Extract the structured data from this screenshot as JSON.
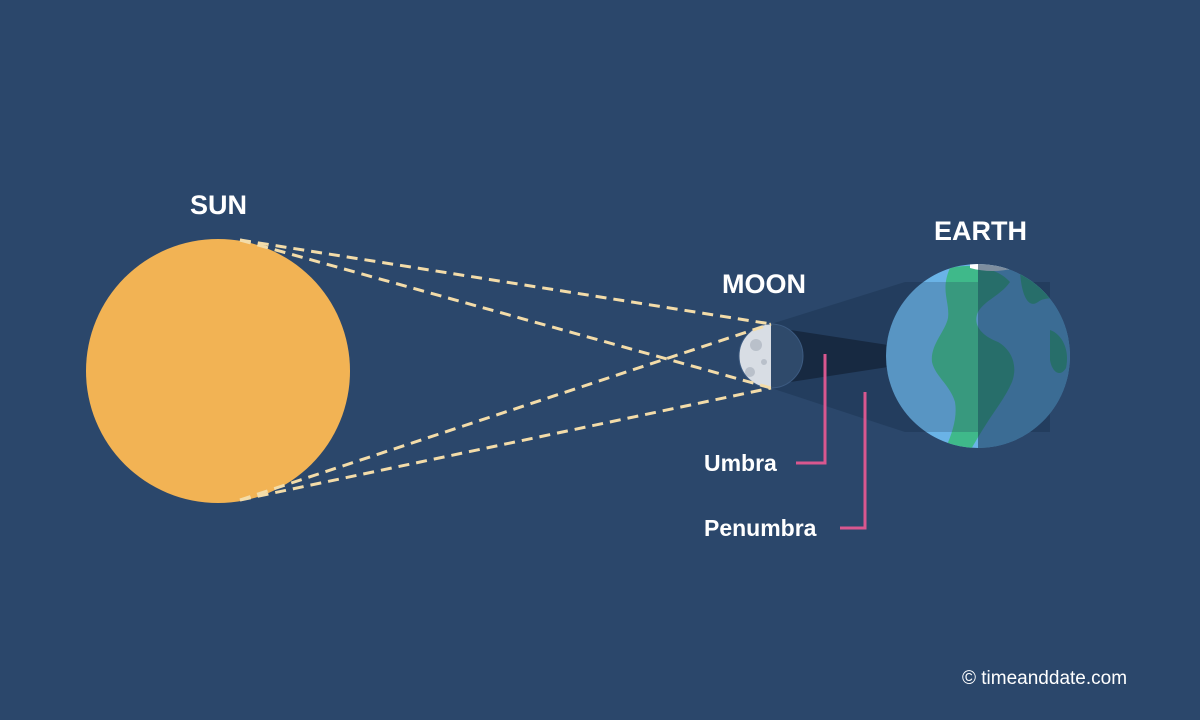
{
  "labels": {
    "sun": "SUN",
    "moon": "MOON",
    "earth": "EARTH",
    "umbra": "Umbra",
    "penumbra": "Penumbra"
  },
  "credit": "© timeanddate.com",
  "colors": {
    "background": "#2b476b",
    "sun": "#f2b354",
    "ray_lines": "#f3dca9",
    "leader_lines": "#d9578f",
    "ocean_lit": "#6ab3e6",
    "ocean_shadow": "#2f7aa0",
    "land": "#3fb98a",
    "moon_lit": "#d8dde4",
    "moon_dark": "#2f4a6b"
  }
}
